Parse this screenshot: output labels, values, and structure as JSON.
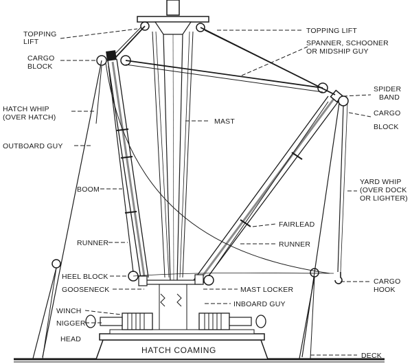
{
  "labels": {
    "topping_lift_left": [
      "TOPPING",
      "LIFT"
    ],
    "topping_lift_right": "TOPPING LIFT",
    "spanner_guy": [
      "SPANNER, SCHOONER",
      "OR MIDSHIP GUY"
    ],
    "cargo_block_left": [
      "CARGO",
      "BLOCK"
    ],
    "spider_band": [
      "SPIDER",
      "BAND"
    ],
    "cargo_block_right": [
      "CARGO",
      "BLOCK"
    ],
    "hatch_whip": [
      "HATCH WHIP",
      "(OVER HATCH)"
    ],
    "mast": "MAST",
    "outboard_guy": "OUTBOARD GUY",
    "yard_whip": [
      "YARD WHIP",
      "(OVER DOCK",
      "OR LIGHTER)"
    ],
    "boom": "BOOM",
    "fairlead": "FAIRLEAD",
    "runner_left": "RUNNER",
    "runner_right": "RUNNER",
    "heel_block": "HEEL BLOCK",
    "gooseneck": "GOOSENECK",
    "mast_locker": "MAST LOCKER",
    "cargo_hook": [
      "CARGO",
      "HOOK"
    ],
    "inboard_guy": "INBOARD GUY",
    "winch": "WINCH",
    "nigger_head": [
      "NIGGER",
      "HEAD"
    ],
    "hatch_coaming": "HATCH COAMING",
    "deck": "DECK"
  },
  "colors": {
    "ink": "#1a1a1a",
    "paper": "#ffffff",
    "shade": "#8a8a8a"
  }
}
